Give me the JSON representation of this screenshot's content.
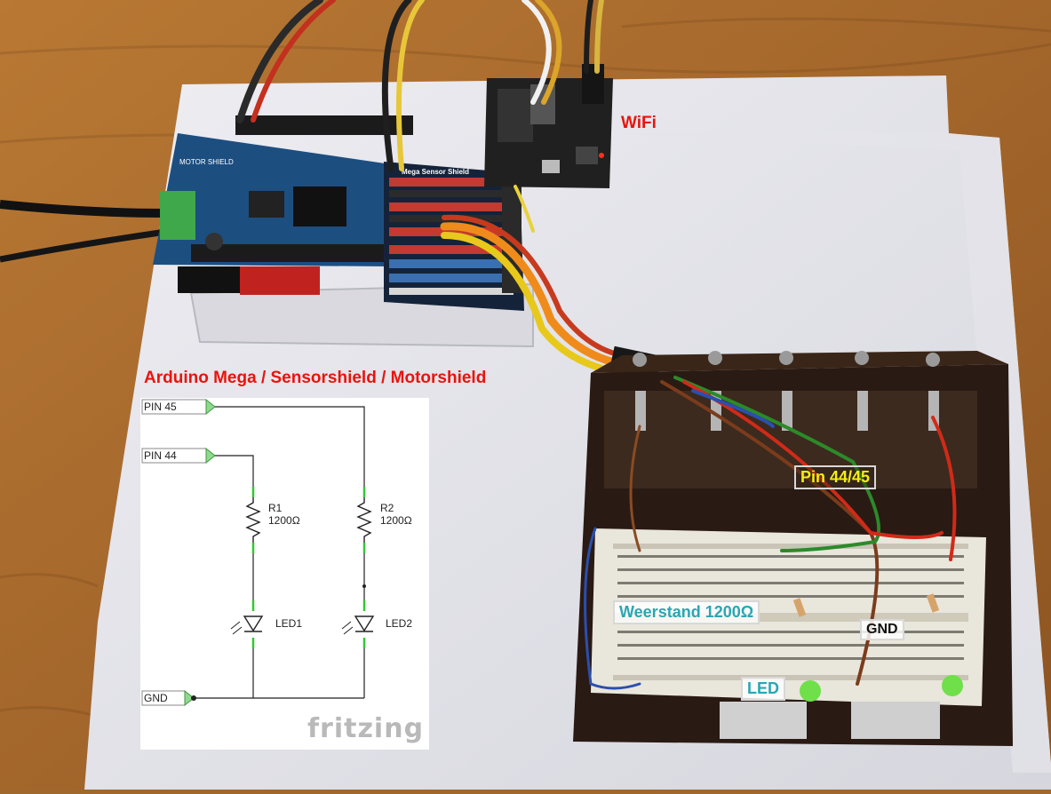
{
  "labels": {
    "wifi": "WiFi",
    "arduino": "Arduino Mega / Sensorshield / Motorshield",
    "pin": "Pin 44/45",
    "weerstand": "Weerstand 1200Ω",
    "gnd": "GND",
    "led": "LED"
  },
  "shield_text": {
    "motor": "MOTOR SHIELD",
    "sensor": "Mega Sensor Shield"
  },
  "schematic": {
    "pin45": "PIN 45",
    "pin44": "PIN 44",
    "gnd": "GND",
    "r1_name": "R1",
    "r1_value": "1200Ω",
    "r2_name": "R2",
    "r2_value": "1200Ω",
    "led1": "LED1",
    "led2": "LED2",
    "brand": "fritzing"
  },
  "colors": {
    "label_red": "#e8140c",
    "label_yellow": "#f4ee10",
    "label_teal": "#2aa6b4",
    "label_black": "#111111"
  }
}
